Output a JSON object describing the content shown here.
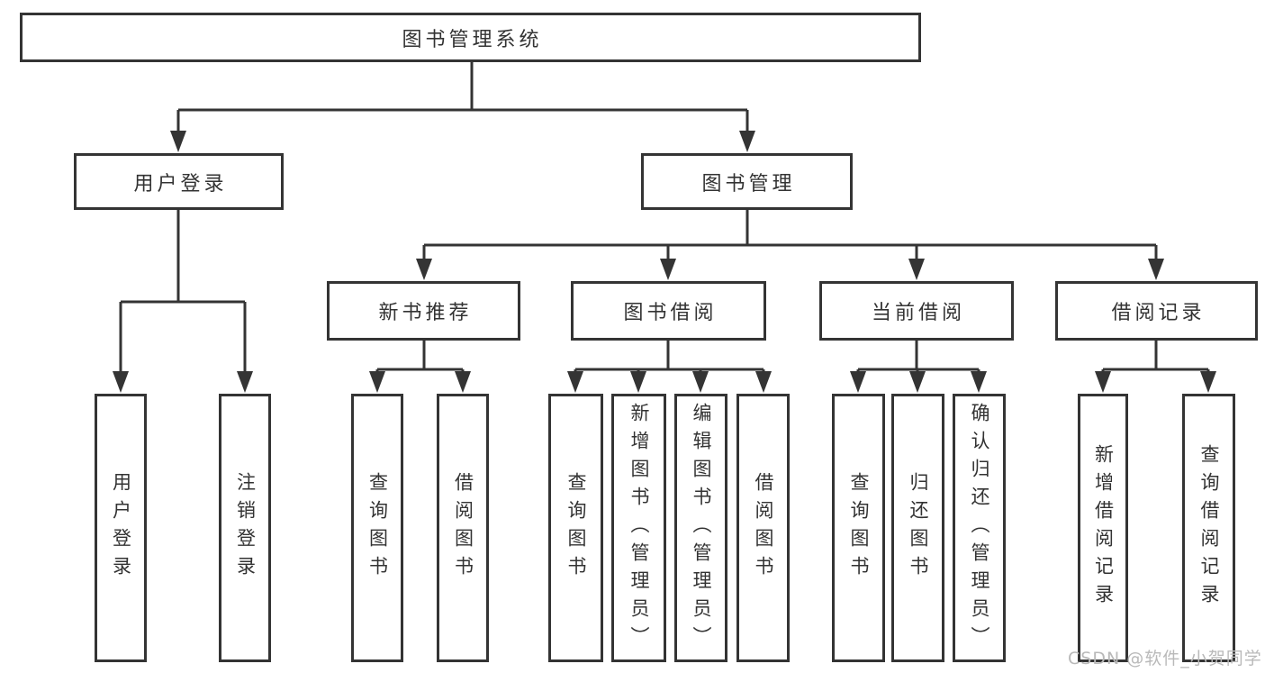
{
  "diagram": {
    "root": {
      "label": "图书管理系统"
    },
    "branches": {
      "user_login": {
        "label": "用户登录",
        "children": [
          "用户登录",
          "注销登录"
        ]
      },
      "book_management": {
        "label": "图书管理",
        "sections": [
          {
            "label": "新书推荐",
            "children": [
              "查询图书",
              "借阅图书"
            ]
          },
          {
            "label": "图书借阅",
            "children": [
              "查询图书",
              "新增图书（管理员）",
              "编辑图书（管理员）",
              "借阅图书"
            ]
          },
          {
            "label": "当前借阅",
            "children": [
              "查询图书",
              "归还图书",
              "确认归还（管理员）"
            ]
          },
          {
            "label": "借阅记录",
            "children": [
              "新增借阅记录",
              "查询借阅记录"
            ]
          }
        ]
      }
    }
  },
  "watermark": {
    "text": "CSDN @软件_小贺同学"
  },
  "colors": {
    "line": "#343434",
    "text": "#333333",
    "background": "#ffffff",
    "watermark": "#b9b9b9"
  }
}
